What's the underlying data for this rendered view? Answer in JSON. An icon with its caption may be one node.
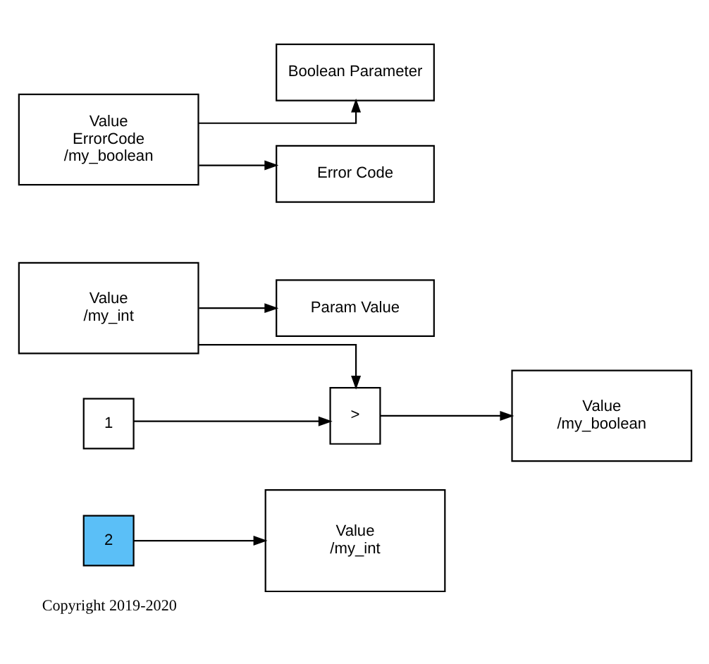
{
  "diagram": {
    "caption": "Copyright 2019-2020",
    "nodes": [
      {
        "text": [
          "2"
        ]
      },
      {
        "text": [
          "Value",
          "/my_int"
        ]
      },
      {
        "text": [
          "Value",
          "/my_int"
        ]
      },
      {
        "text": [
          "Param Value"
        ]
      },
      {
        "text": [
          ">"
        ]
      },
      {
        "text": [
          "1"
        ]
      },
      {
        "text": [
          "Value",
          "/my_boolean"
        ]
      },
      {
        "text": [
          "Value",
          "ErrorCode",
          "/my_boolean"
        ]
      },
      {
        "text": [
          "Boolean Parameter"
        ]
      },
      {
        "text": [
          "Error Code"
        ]
      }
    ],
    "edges": [
      {
        "from": 0,
        "to": 1,
        "arrow": "to"
      },
      {
        "from": 2,
        "to": 3,
        "arrow": "to"
      },
      {
        "from": 2,
        "to": 4,
        "arrow": "to"
      },
      {
        "from": 5,
        "to": 4,
        "arrow": "to"
      },
      {
        "from": 4,
        "to": 6,
        "arrow": "to"
      },
      {
        "from": 7,
        "to": 8,
        "arrow": "to"
      },
      {
        "from": 7,
        "to": 9,
        "arrow": "to"
      }
    ]
  }
}
